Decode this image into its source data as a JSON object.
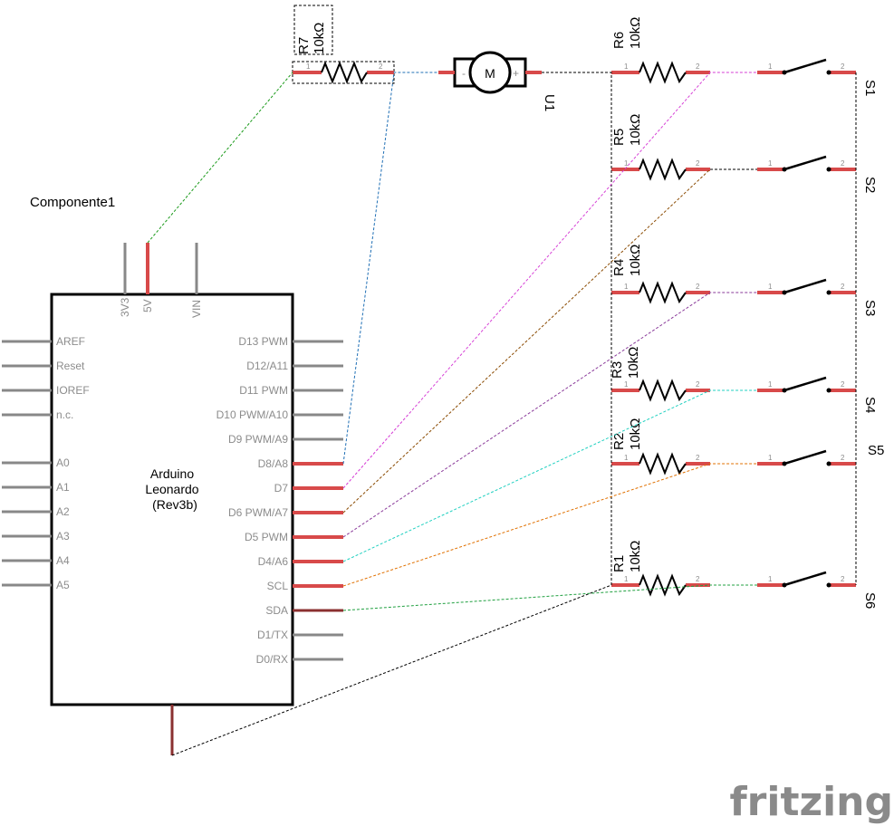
{
  "board": {
    "instance_label": "Componente1",
    "name_lines": [
      "Arduino",
      "Leonardo",
      "(Rev3b)"
    ],
    "top_pins": [
      "3V3",
      "5V",
      "VIN"
    ],
    "left_pins": [
      "AREF",
      "Reset",
      "IOREF",
      "n.c.",
      "A0",
      "A1",
      "A2",
      "A3",
      "A4",
      "A5"
    ],
    "right_pins": [
      "D13 PWM",
      "D12/A11",
      "D11 PWM",
      "D10 PWM/A10",
      "D9 PWM/A9",
      "D8/A8",
      "D7",
      "D6 PWM/A7",
      "D5 PWM",
      "D4/A6",
      "SCL",
      "SDA",
      "D1/TX",
      "D0/RX"
    ]
  },
  "resistors": [
    {
      "ref": "R7",
      "value": "10kΩ"
    },
    {
      "ref": "R6",
      "value": "10kΩ"
    },
    {
      "ref": "R5",
      "value": "10kΩ"
    },
    {
      "ref": "R4",
      "value": "10kΩ"
    },
    {
      "ref": "R3",
      "value": "10kΩ"
    },
    {
      "ref": "R2",
      "value": "10kΩ"
    },
    {
      "ref": "R1",
      "value": "10kΩ"
    }
  ],
  "switches": [
    "S1",
    "S2",
    "S3",
    "S4",
    "S5",
    "S6"
  ],
  "motor": {
    "ref": "U1",
    "symbol": "M",
    "minus": "-",
    "plus": "+"
  },
  "pin_numbers": {
    "one": "1",
    "two": "2"
  },
  "logo": "fritzing",
  "colors": {
    "wire_r7": "#1a9a1a",
    "wire_motor": "#1f6fb5",
    "wire_d7": "#d63fd6",
    "wire_d6": "#8a4a00",
    "wire_d5": "#8a3a9a",
    "wire_d4": "#20d0c0",
    "wire_scl": "#e07000",
    "wire_sda": "#20a040",
    "pin_red": "#d84a4a"
  }
}
